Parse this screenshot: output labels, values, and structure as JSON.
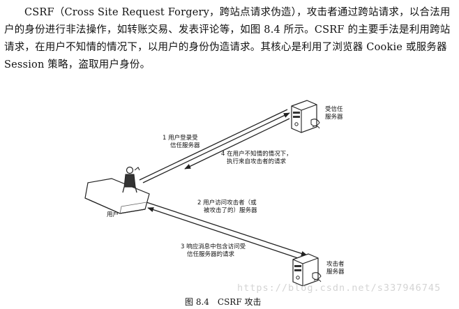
{
  "paragraph": "CSRF（Cross Site Request Forgery，跨站点请求伪造），攻击者通过跨站请求，以合法用户的身份进行非法操作，如转账交易、发表评论等，如图 8.4 所示。CSRF 的主要手法是利用跨站请求，在用户不知情的情况下，以用户的身份伪造请求。其核心是利用了浏览器 Cookie 或服务器 Session 策略，盗取用户身份。",
  "figure": {
    "trusted_server_label": [
      "受信任",
      "服务器"
    ],
    "attacker_server_label": [
      "攻击者",
      "服务器"
    ],
    "user_label": "用户",
    "step1": [
      "1 用户登录受",
      "信任服务器"
    ],
    "step2": [
      "2 用户访问攻击者（或",
      "被攻击了的）服务器"
    ],
    "step3": [
      "3 响应消息中包含访问受",
      "信任服务器的请求"
    ],
    "step4": [
      "4 在用户不知情的情况下，",
      "执行来自攻击者的请求"
    ],
    "caption_number": "图 8.4",
    "caption_title": "CSRF 攻击"
  },
  "watermark": "https://blog.csdn.net/s337946745",
  "colors": {
    "text": "#111111",
    "watermark": "#d4d4d4",
    "line": "#222222"
  }
}
